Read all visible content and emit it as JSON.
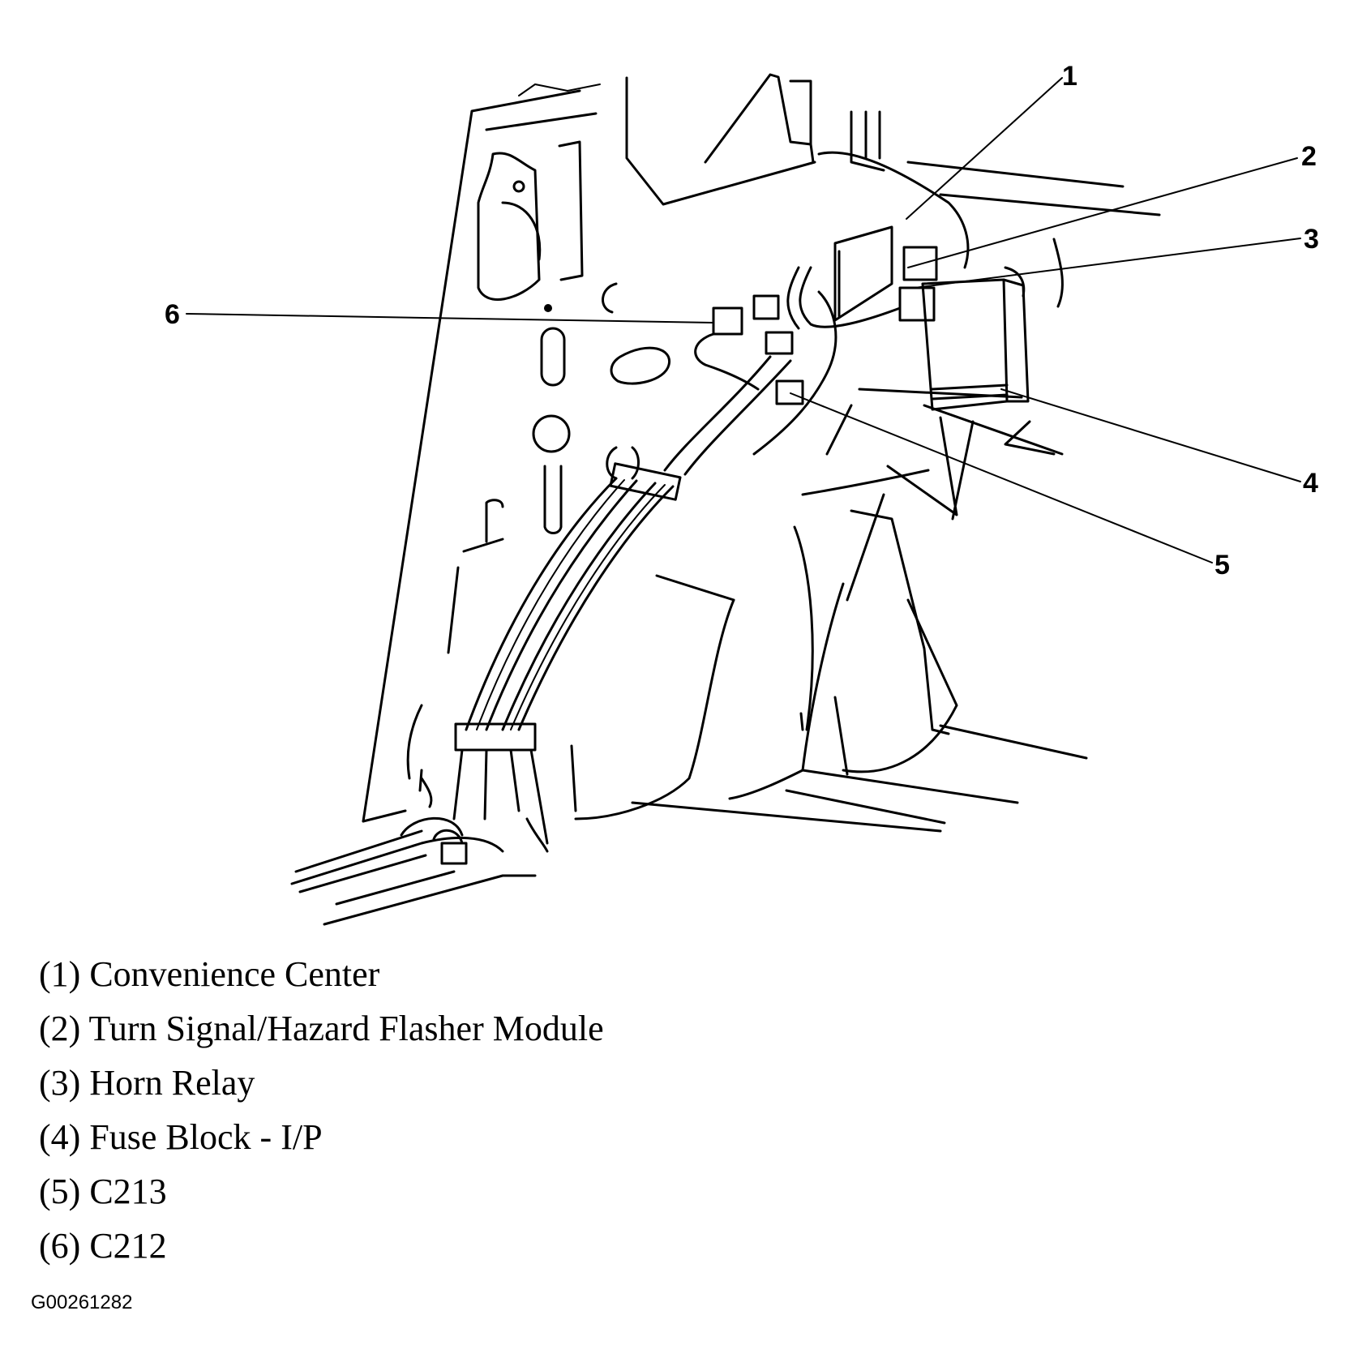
{
  "callouts": [
    "1",
    "2",
    "3",
    "4",
    "5",
    "6"
  ],
  "legend": [
    {
      "num": "(1)",
      "text": "Convenience Center"
    },
    {
      "num": "(2)",
      "text": "Turn Signal/Hazard Flasher Module"
    },
    {
      "num": "(3)",
      "text": "Horn Relay"
    },
    {
      "num": "(4)",
      "text": "Fuse Block - I/P"
    },
    {
      "num": "(5)",
      "text": "C213"
    },
    {
      "num": "(6)",
      "text": "C212"
    }
  ],
  "figure_id": "G00261282"
}
